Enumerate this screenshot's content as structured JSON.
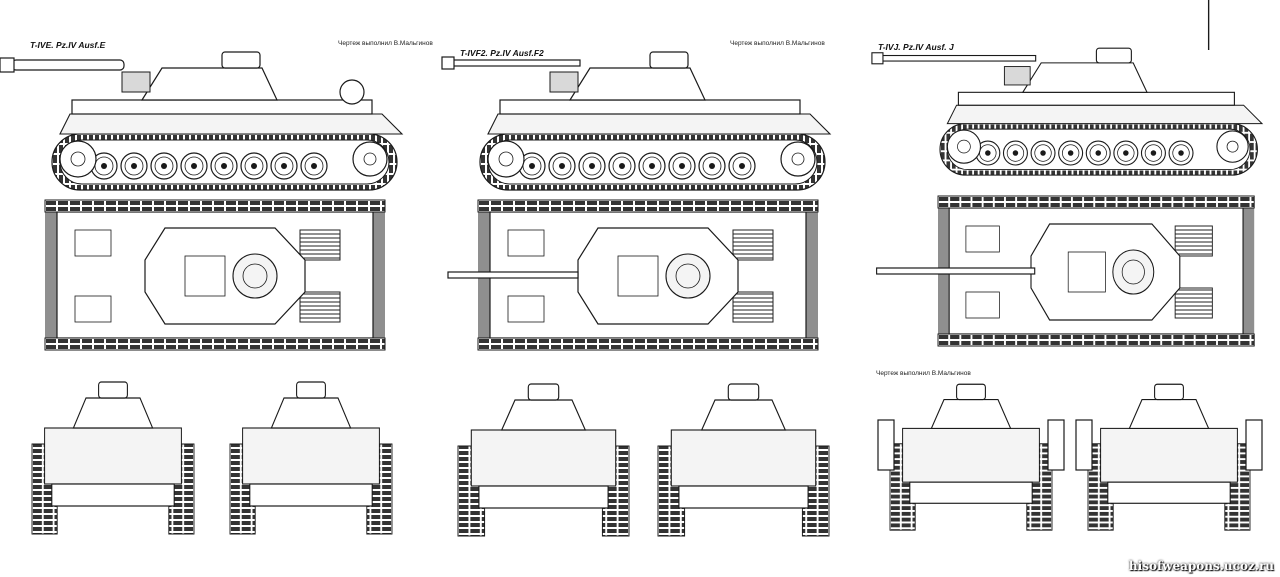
{
  "panels": [
    {
      "title": "T-IVE. Pz.IV Ausf.E",
      "credit": "Чертеж выполнил В.Мальгинов"
    },
    {
      "title": "T-IVF2. Pz.IV Ausf.F2",
      "credit": "Чертеж выполнил В.Мальгинов"
    },
    {
      "title": "T-IVJ. Pz.IV Ausf. J",
      "credit": "Чертеж выполнил В.Мальгинов"
    }
  ],
  "watermark": "hisofweapons.ucoz.ru"
}
